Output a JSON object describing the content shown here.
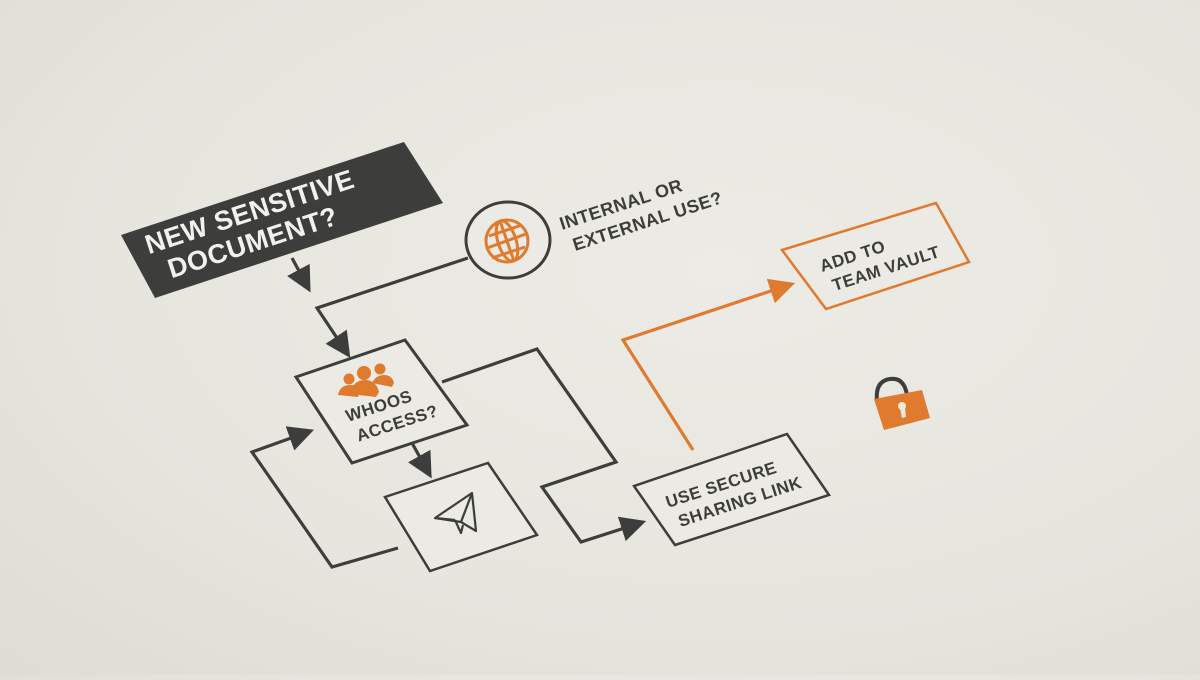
{
  "diagram": {
    "nodes": {
      "start": {
        "line1": "NEW SENSITIVE",
        "line2": "DOCUMENT?",
        "icon": "none"
      },
      "usage": {
        "line1": "INTERNAL OR",
        "line2": "EXTERNAL USE?",
        "icon": "globe-icon"
      },
      "access": {
        "line1": "WHOOS",
        "line2": "ACCESS?",
        "icon": "users-icon"
      },
      "send": {
        "icon": "paper-plane-icon"
      },
      "vault": {
        "line1": "ADD TO",
        "line2": "TEAM VAULT"
      },
      "link": {
        "line1": "USE SECURE",
        "line2": "SHARING LINK"
      },
      "lock": {
        "icon": "padlock-icon"
      }
    },
    "colors": {
      "dark": "#3d3d3b",
      "accent": "#e07a2e",
      "paper": "#e9e8e2",
      "box_fill": "#ebeae4"
    }
  }
}
